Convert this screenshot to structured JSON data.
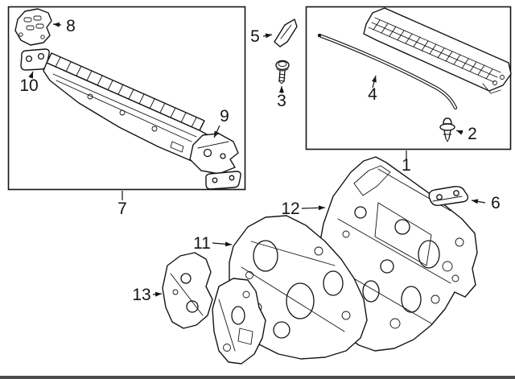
{
  "colors": {
    "background": "#ffffff",
    "line": "#141414"
  },
  "callouts": {
    "n1": "1",
    "n2": "2",
    "n3": "3",
    "n4": "4",
    "n5": "5",
    "n6": "6",
    "n7": "7",
    "n8": "8",
    "n9": "9",
    "n10": "10",
    "n11": "11",
    "n12": "12",
    "n13": "13"
  }
}
